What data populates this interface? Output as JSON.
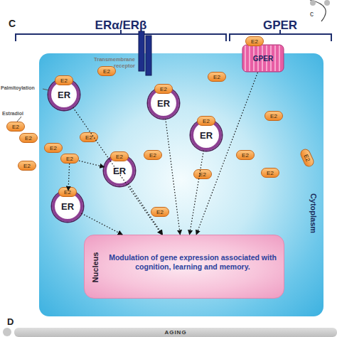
{
  "diagram": {
    "nodes": [
      {
        "text": [
          "Cytoplasm"
        ]
      },
      {
        "text": [
          "E2"
        ],
        "in": 0
      },
      {
        "text": [
          "ER"
        ],
        "in": 0
      },
      {
        "text": [
          "E2"
        ],
        "in": 0
      },
      {
        "text": [
          "ER"
        ],
        "in": 0
      },
      {
        "text": [
          "E2"
        ],
        "in": 0
      },
      {
        "text": [
          "GPER"
        ],
        "in": 0
      },
      {
        "text": [
          "E2"
        ]
      },
      {
        "text": [
          "E2"
        ],
        "in": 0
      },
      {
        "text": [
          "ER"
        ],
        "in": 0
      },
      {
        "text": [
          "E2"
        ],
        "in": 0
      },
      {
        "text": [
          "E2"
        ],
        "in": 0
      },
      {
        "text": [
          "E2"
        ]
      },
      {
        "text": [
          "E2"
        ]
      },
      {
        "text": [
          "E2"
        ],
        "in": 0
      },
      {
        "text": [
          "E2"
        ],
        "in": 0
      },
      {
        "text": [
          "E2"
        ],
        "in": 0
      },
      {
        "text": [
          "E2"
        ]
      },
      {
        "text": [
          "E2"
        ],
        "in": 0
      },
      {
        "text": [
          "ER"
        ],
        "in": 0
      },
      {
        "text": [
          "E2"
        ],
        "in": 0
      },
      {
        "text": [
          "E2"
        ],
        "in": 0
      },
      {
        "text": [
          "E2"
        ],
        "in": 0
      },
      {
        "text": [
          "E2"
        ],
        "in": 0
      },
      {
        "text": [
          "E2"
        ],
        "in": 0
      },
      {
        "text": [
          "ER"
        ],
        "in": 0
      },
      {
        "text": [
          "E2"
        ],
        "in": 0
      },
      {
        "text": [
          "E2"
        ],
        "in": 0
      },
      {
        "text": [
          "Nucleus",
          "Modulation of gene expression associated with cognition, learning and memory."
        ],
        "in": 0
      },
      {
        "text": [
          "AGING"
        ]
      }
    ],
    "edges": [
      {
        "from": 2,
        "to": 28,
        "arrow": "to"
      },
      {
        "from": 4,
        "to": 28,
        "arrow": "to"
      },
      {
        "from": 6,
        "to": 28,
        "arrow": "to"
      },
      {
        "from": 9,
        "to": 28,
        "arrow": "to"
      },
      {
        "from": 16,
        "to": 19,
        "arrow": "to"
      },
      {
        "from": 16,
        "to": 25,
        "arrow": "to"
      },
      {
        "from": 19,
        "to": 28,
        "arrow": "to"
      },
      {
        "from": 25,
        "to": 28,
        "arrow": "to"
      }
    ],
    "labels": [
      "c",
      "C",
      "ERα/ERβ",
      "GPER",
      "Transmembrane receptor",
      "Palmitoylation",
      "Estradiol",
      "D"
    ]
  }
}
